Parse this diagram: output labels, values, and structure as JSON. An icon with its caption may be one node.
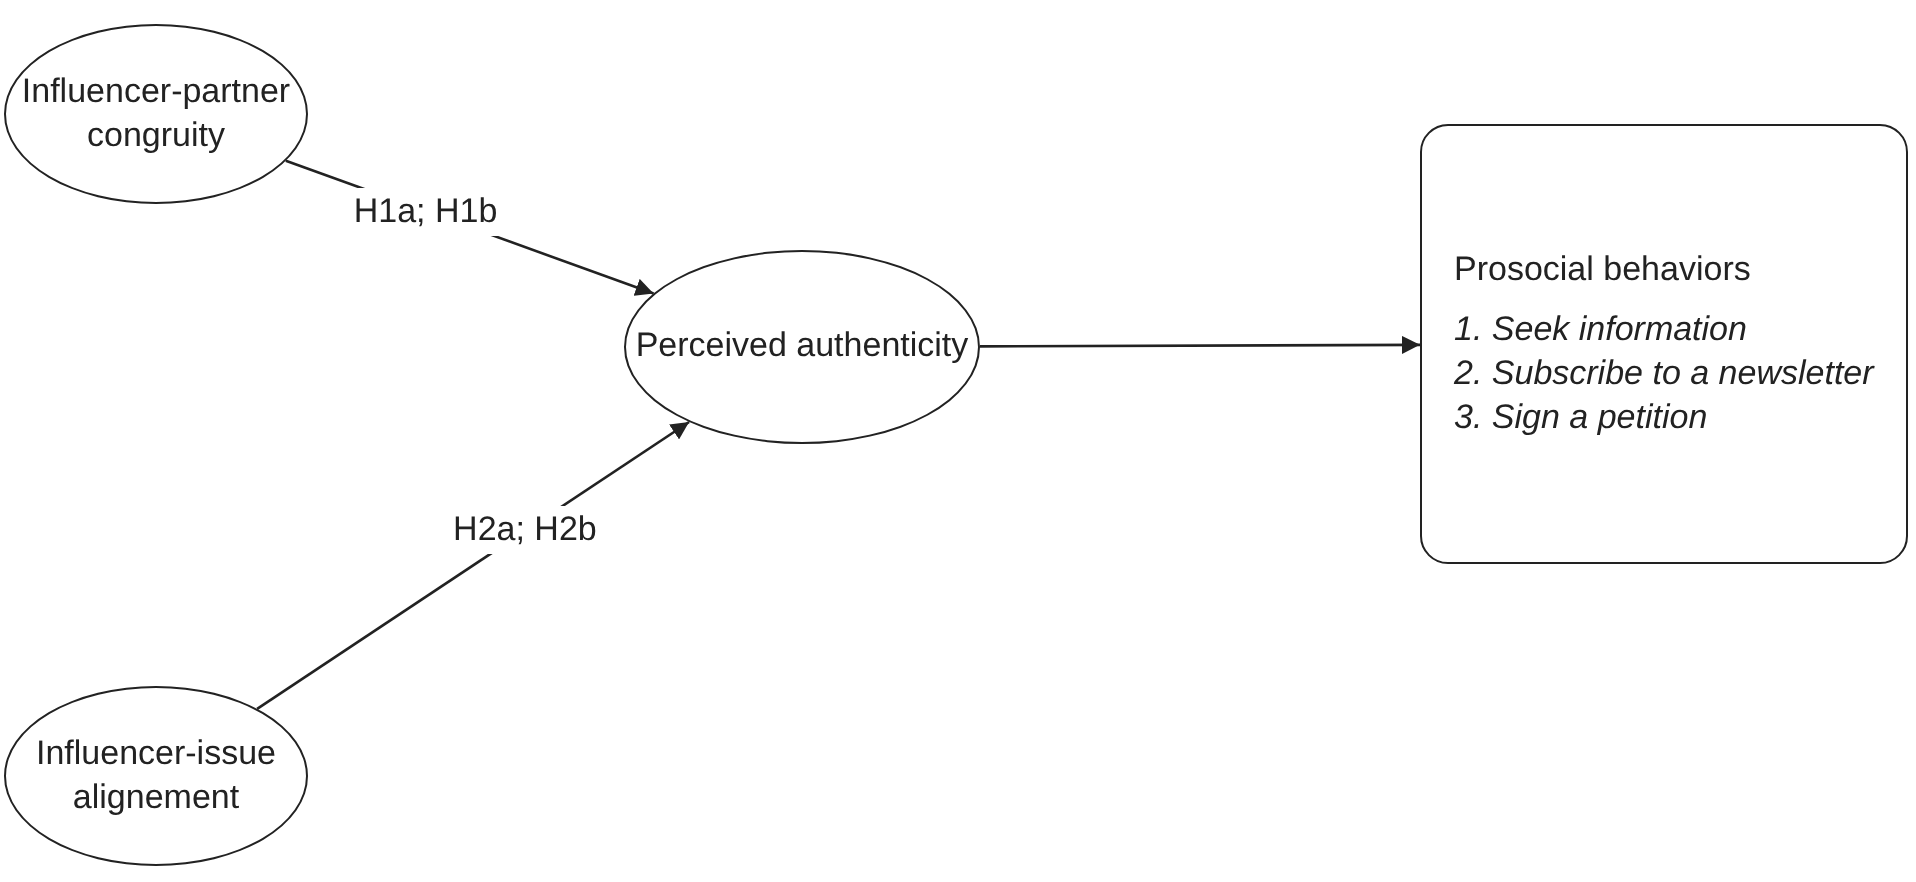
{
  "diagram": {
    "nodes": [
      {
        "text": [
          "Influencer-partner congruity"
        ]
      },
      {
        "text": [
          "Influencer-issue alignement"
        ]
      },
      {
        "text": [
          "Perceived authenticity"
        ]
      },
      {
        "text": [
          "Prosocial behaviors",
          "1. Seek information",
          "2. Subscribe to a newsletter",
          "3. Sign a petition"
        ]
      }
    ],
    "edges": [
      {
        "from": 0,
        "to": 2,
        "arrow": "to",
        "label": "H1a; H1b"
      },
      {
        "from": 1,
        "to": 2,
        "arrow": "to",
        "label": "H2a; H2b"
      },
      {
        "from": 2,
        "to": 3,
        "arrow": "to"
      }
    ]
  }
}
